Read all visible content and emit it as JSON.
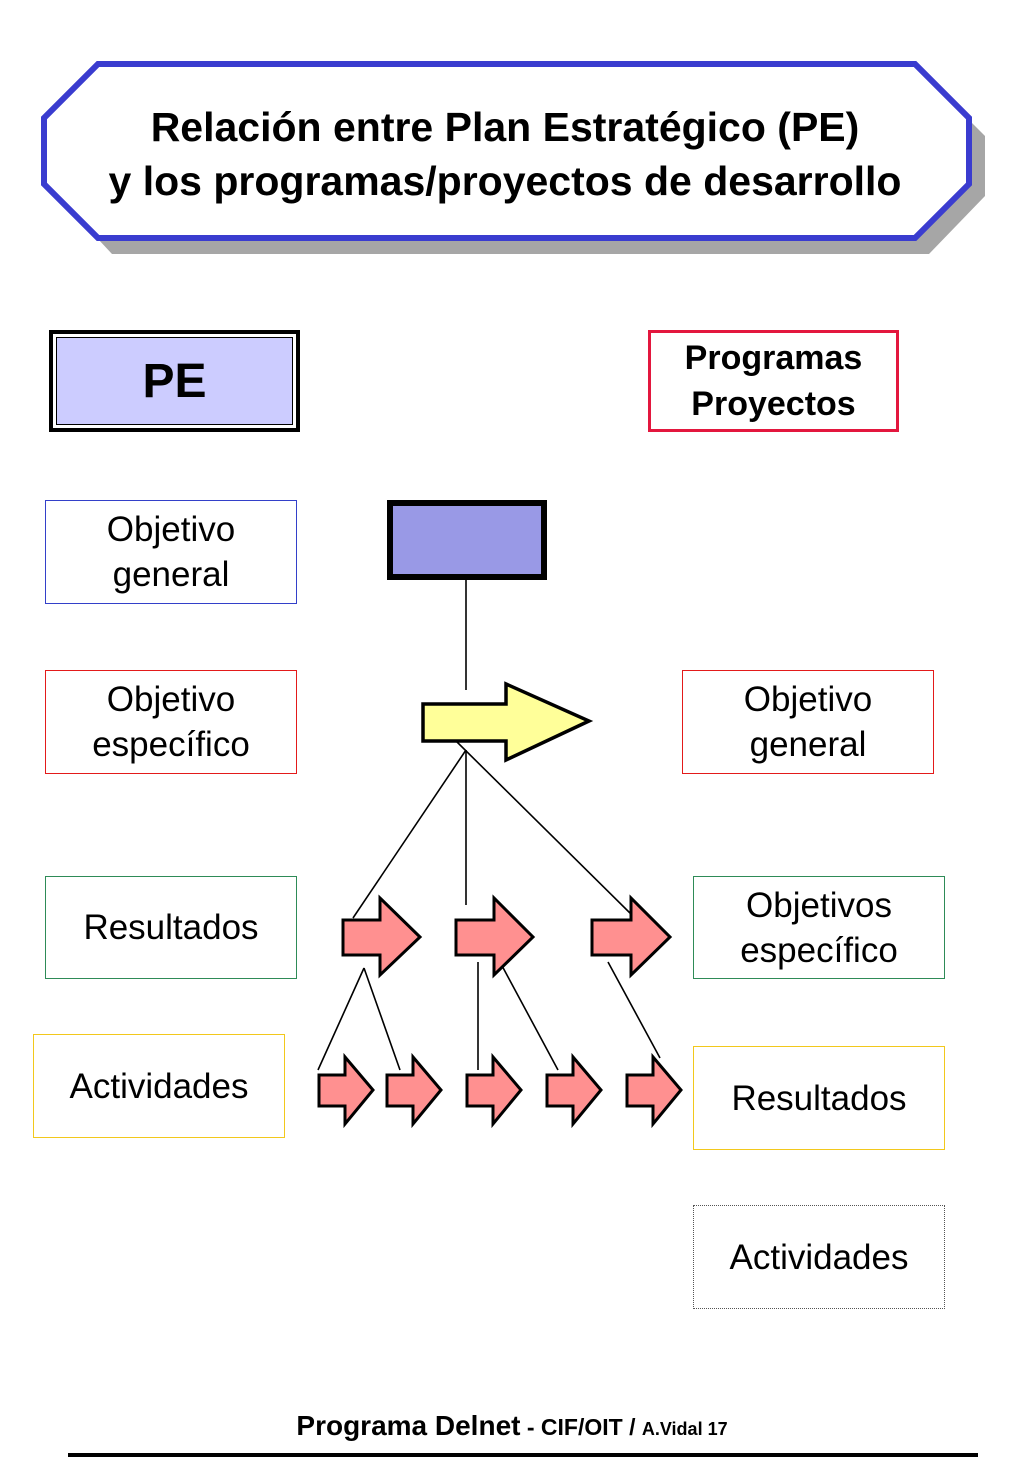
{
  "title": {
    "line1": "Relación entre Plan Estratégico (PE)",
    "line2": "y los programas/proyectos de desarrollo"
  },
  "pe_header": "PE",
  "programas_header": {
    "line1": "Programas",
    "line2": "Proyectos"
  },
  "left_column": [
    {
      "line1": "Objetivo",
      "line2": "general"
    },
    {
      "line1": "Objetivo",
      "line2": "específico"
    },
    {
      "line1": "Resultados"
    },
    {
      "line1": "Actividades"
    }
  ],
  "right_column": [
    {
      "line1": "Objetivo",
      "line2": "general"
    },
    {
      "line1": "Objetivos",
      "line2": "específico"
    },
    {
      "line1": "Resultados"
    },
    {
      "line1": "Actividades"
    }
  ],
  "footer": {
    "program": "Programa Delnet",
    "sep1": " - ",
    "org": "CIF/OIT",
    "sep2": " / ",
    "author": "A.Vidal 17"
  },
  "colors": {
    "title_border": "#3a3ccf",
    "title_shadow": "#a6a6a6",
    "pe_fill": "#ccccff",
    "top_node_fill": "#9999e6",
    "main_arrow_fill": "#ffff99",
    "small_arrow_fill": "#ff9090",
    "programas_border": "#e3173e"
  }
}
